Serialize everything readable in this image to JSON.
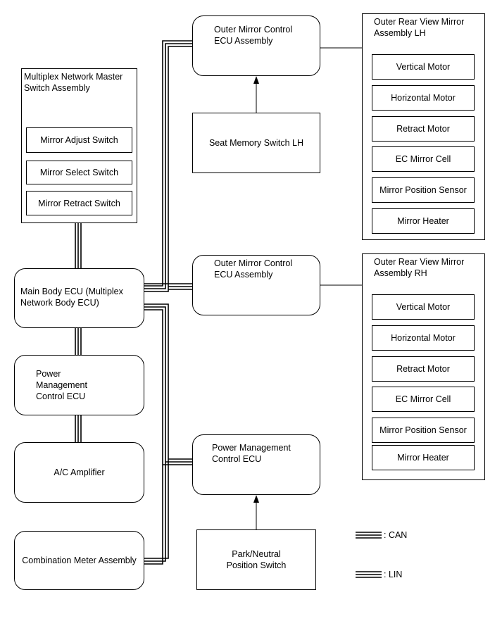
{
  "multiplex_switch": {
    "title": "Multiplex Network Master Switch Assembly",
    "items": [
      "Mirror Adjust Switch",
      "Mirror Select Switch",
      "Mirror Retract Switch"
    ]
  },
  "main_body_ecu": "Main Body ECU (Multiplex Network Body ECU)",
  "power_mgmt_left": "Power Management Control ECU",
  "ac_amplifier": "A/C Amplifier",
  "combination_meter": "Combination Meter Assembly",
  "outer_mirror_ecu_lh": "Outer Mirror Control ECU Assembly",
  "seat_memory_switch": "Seat Memory Switch LH",
  "outer_mirror_ecu_rh": "Outer Mirror Control ECU Assembly",
  "power_mgmt_right": "Power Management Control ECU",
  "park_neutral_switch": "Park/Neutral Position Switch",
  "mirror_lh": {
    "title": "Outer Rear View Mirror Assembly LH",
    "items": [
      "Vertical Motor",
      "Horizontal Motor",
      "Retract Motor",
      "EC Mirror Cell",
      "Mirror Position Sensor",
      "Mirror Heater"
    ]
  },
  "mirror_rh": {
    "title": "Outer Rear View Mirror Assembly RH",
    "items": [
      "Vertical Motor",
      "Horizontal Motor",
      "Retract Motor",
      "EC Mirror Cell",
      "Mirror Position Sensor",
      "Mirror Heater"
    ]
  },
  "legend": {
    "can": ": CAN",
    "lin": ": LIN"
  }
}
